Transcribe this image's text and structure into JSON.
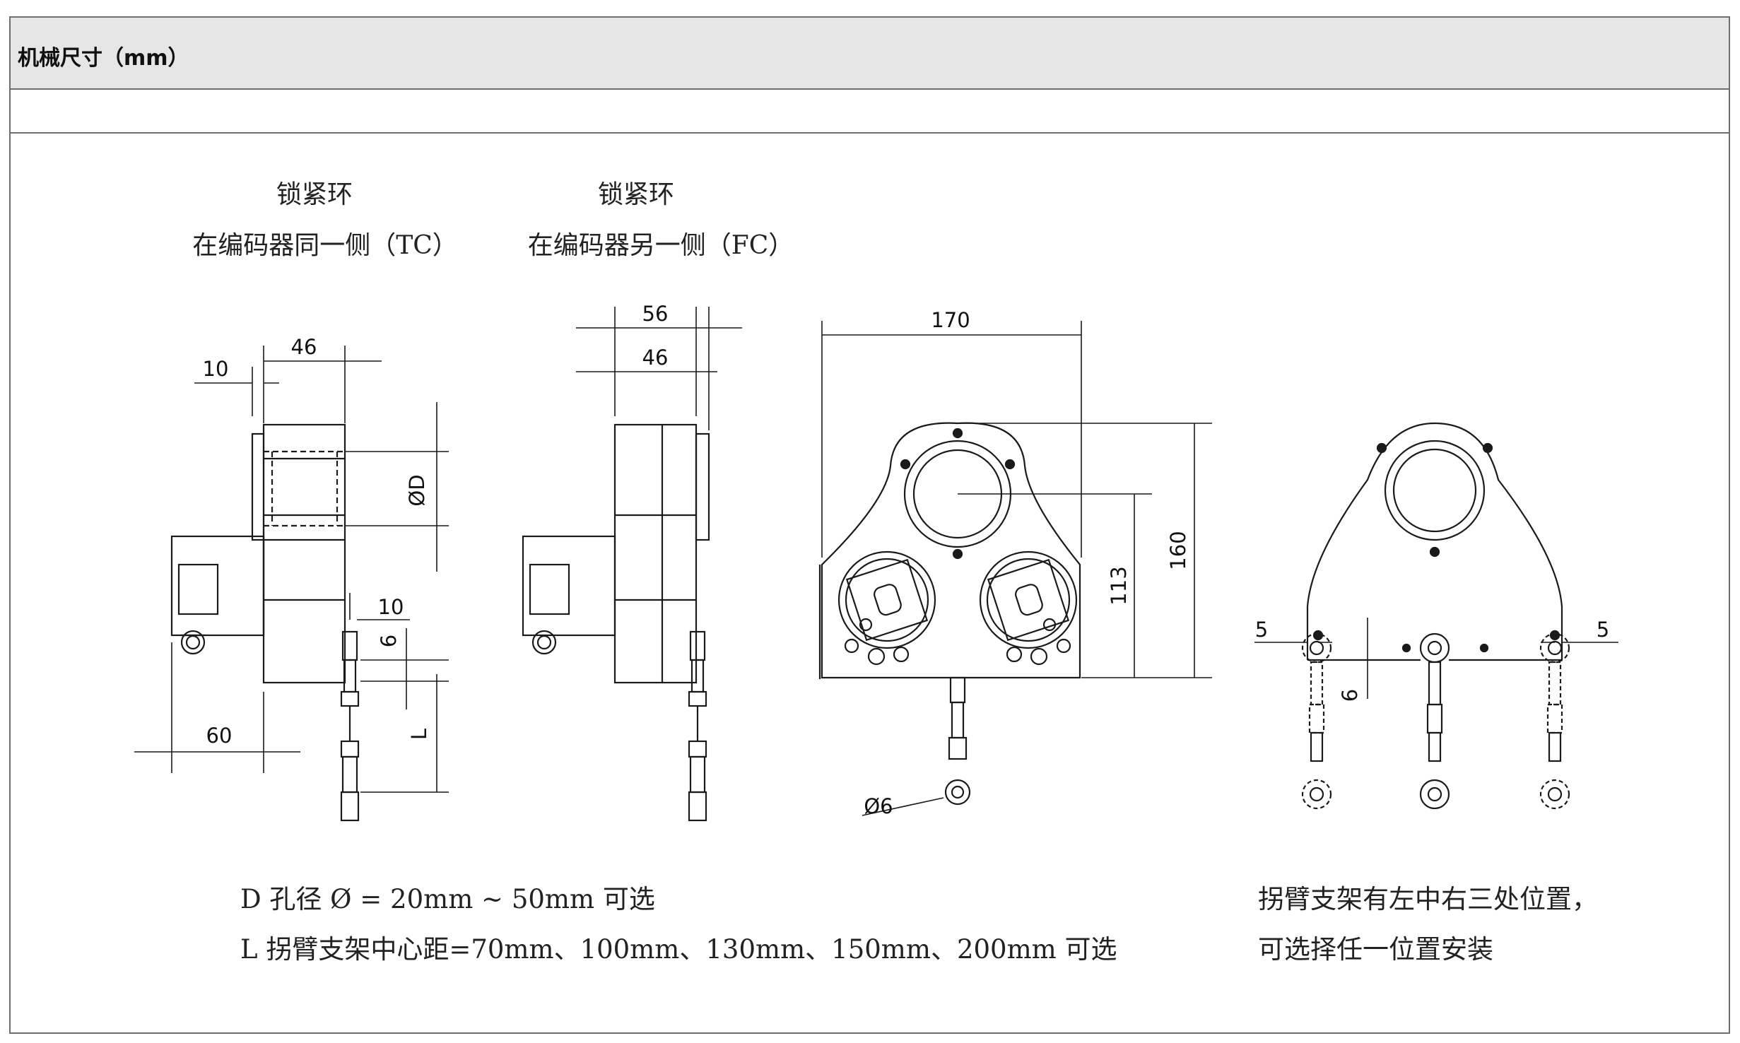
{
  "header": {
    "title": "机械尺寸（mm）"
  },
  "captions": {
    "tc_line1": "锁紧环",
    "tc_line2": "在编码器同一侧（TC）",
    "fc_line1": "锁紧环",
    "fc_line2": "在编码器另一侧（FC）"
  },
  "dimensions": {
    "d_46_a": "46",
    "d_10_a": "10",
    "d_phiD": "ØD",
    "d_10_b": "10",
    "d_6_a": "6",
    "d_L": "L",
    "d_60": "60",
    "d_56": "56",
    "d_46_b": "46",
    "d_170": "170",
    "d_113": "113",
    "d_160": "160",
    "d_phi6": "Ø6",
    "d_5_left": "5",
    "d_5_right": "5",
    "d_6_b": "6"
  },
  "notes": {
    "left_line1": "D 孔径 Ø = 20mm ~ 50mm  可选",
    "left_line2": "L 拐臂支架中心距=70mm、100mm、130mm、150mm、200mm 可选",
    "right_line1": "拐臂支架有左中右三处位置，",
    "right_line2": "可选择任一位置安装"
  }
}
